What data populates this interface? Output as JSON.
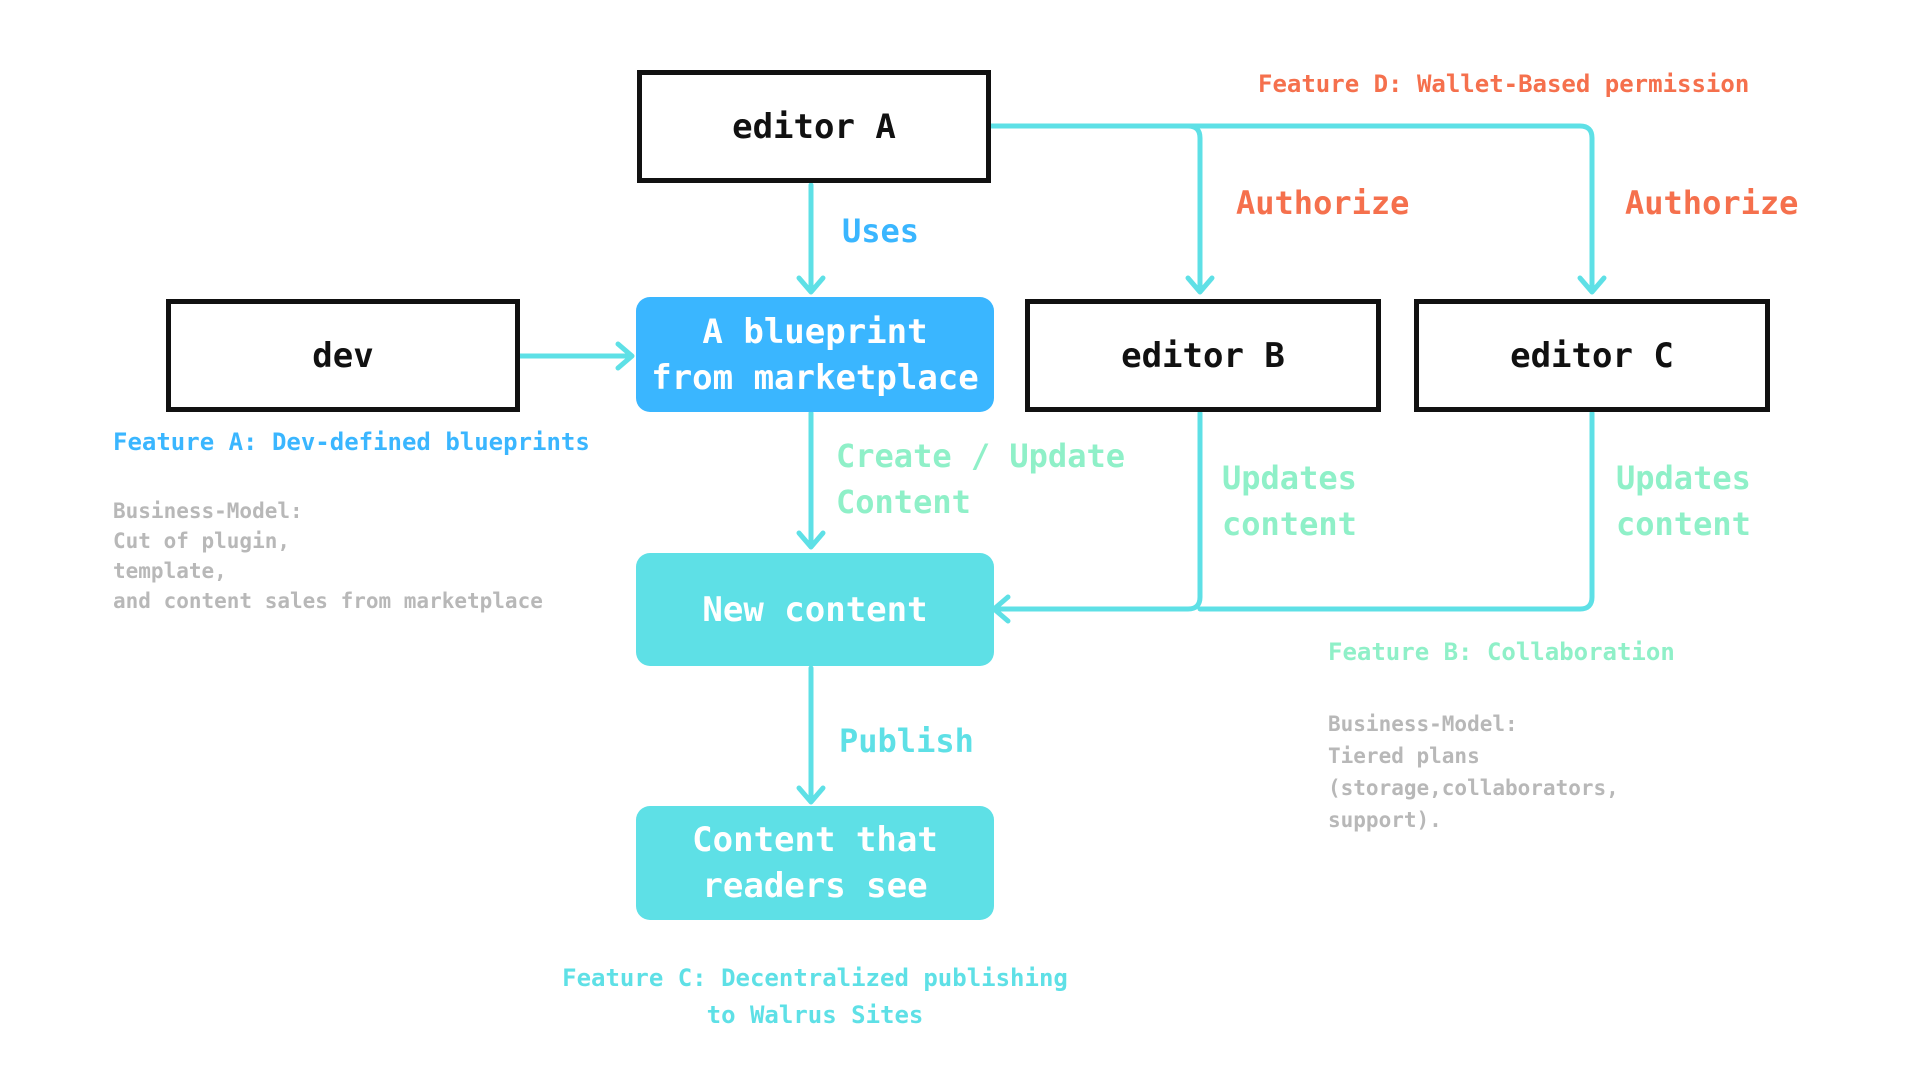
{
  "colors": {
    "arrow": "#5ee0e6",
    "blue": "#3ab6ff",
    "cyan": "#5ee0e6",
    "green": "#8ff0c8",
    "orange": "#f5704d",
    "gray": "#b8b8b8",
    "black": "#111111"
  },
  "nodes": {
    "editor_a": "editor A",
    "dev": "dev",
    "blueprint": "A blueprint\nfrom marketplace",
    "editor_b": "editor B",
    "editor_c": "editor C",
    "new_content": "New content",
    "readers": "Content that\nreaders see"
  },
  "edges": {
    "uses": "Uses",
    "create_update": "Create / Update\nContent",
    "authorize_b": "Authorize",
    "authorize_c": "Authorize",
    "updates_b": "Updates\ncontent",
    "updates_c": "Updates\ncontent",
    "publish": "Publish"
  },
  "features": {
    "a": "Feature A: Dev-defined blueprints",
    "b": "Feature B: Collaboration",
    "c": "Feature C: Decentralized publishing\nto Walrus Sites",
    "d": "Feature D: Wallet-Based permission"
  },
  "business": {
    "a": "Business-Model:\nCut of plugin,\ntemplate,\nand content sales from marketplace",
    "b": "Business-Model:\nTiered plans\n(storage,collaborators,\nsupport)."
  }
}
